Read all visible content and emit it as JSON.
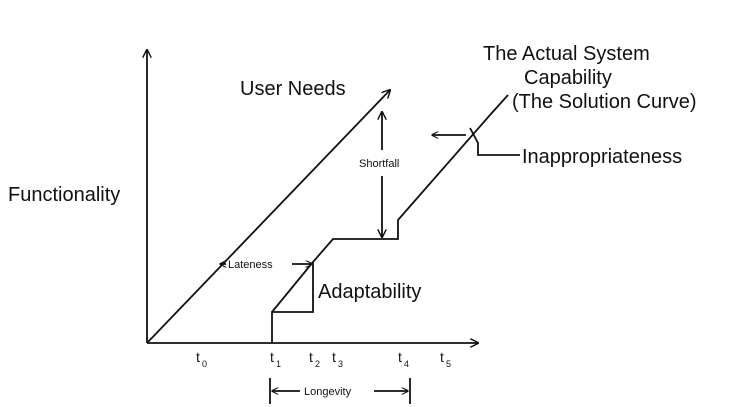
{
  "axis": {
    "y_label": "Functionality"
  },
  "curves": {
    "user_needs_label": "User Needs",
    "actual_label_line1": "The Actual System",
    "actual_label_line2": "Capability",
    "actual_label_line3": "(The Solution Curve)"
  },
  "annotations": {
    "shortfall": "Shortfall",
    "inappropriateness": "Inappropriateness",
    "lateness": "Lateness",
    "adaptability": "Adaptability",
    "longevity": "Longevity"
  },
  "ticks": [
    {
      "base": "t",
      "sub": "0"
    },
    {
      "base": "t",
      "sub": "1"
    },
    {
      "base": "t",
      "sub": "2"
    },
    {
      "base": "t",
      "sub": "3"
    },
    {
      "base": "t",
      "sub": "4"
    },
    {
      "base": "t",
      "sub": "5"
    }
  ]
}
